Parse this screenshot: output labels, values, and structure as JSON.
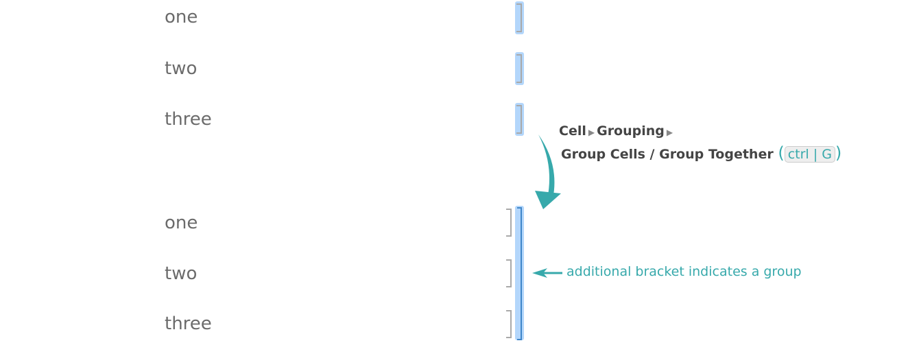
{
  "before": {
    "cells": [
      "one",
      "two",
      "three"
    ]
  },
  "after": {
    "cells": [
      "one",
      "two",
      "three"
    ]
  },
  "menu": {
    "path1": "Cell",
    "path2": "Grouping",
    "item": "Group Cells / Group Together",
    "shortcut_mod": "ctrl",
    "shortcut_key": "G"
  },
  "annotation": "additional bracket indicates a group",
  "colors": {
    "accent": "#37a9ab",
    "highlight": "#b3d6fb",
    "group_bracket": "#3f86c8"
  }
}
